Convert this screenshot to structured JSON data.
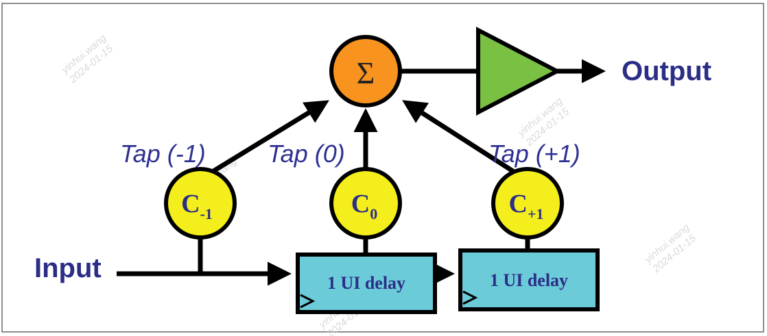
{
  "labels": {
    "input": "Input",
    "output": "Output",
    "sum_symbol": "Σ",
    "tap_minus1": "Tap (-1)",
    "tap_0": "Tap (0)",
    "tap_plus1": "Tap (+1)"
  },
  "coefficients": {
    "c_minus1": {
      "base": "C",
      "sub": "-1"
    },
    "c_0": {
      "base": "C",
      "sub": "0"
    },
    "c_plus1": {
      "base": "C",
      "sub": "+1"
    }
  },
  "delays": {
    "first": "1 UI delay",
    "second": "1 UI delay"
  },
  "watermark": {
    "name": "yinhui.wang",
    "date": "2024-01-15"
  },
  "colors": {
    "text_blue": "#2b2d86",
    "tap_blue": "#2e3192",
    "sum_orange": "#f7931e",
    "amp_green": "#7ac143",
    "coef_yellow": "#f4ee1c",
    "delay_cyan": "#6ccbd9",
    "stroke": "#000000"
  }
}
